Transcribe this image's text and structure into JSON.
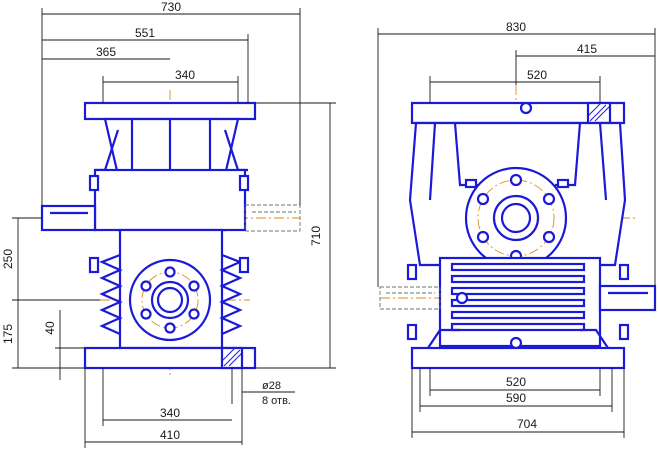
{
  "dimensions": {
    "left_view": {
      "overall_width": "730",
      "flange_width": "551",
      "half_width": "365",
      "inner_width": "340",
      "height_total": "710",
      "axis_height": "250",
      "base_to_axis": "175",
      "base_thickness": "40",
      "bolt_spacing": "340",
      "base_width": "410",
      "hole_diameter": "ø28",
      "hole_count": "8 отв."
    },
    "right_view": {
      "overall_width": "830",
      "half_width": "415",
      "flange_width": "520",
      "base_inner": "520",
      "base_mid": "590",
      "base_overall": "704"
    }
  },
  "colors": {
    "outline": "#1a1ad8",
    "axis": "#e08a1e",
    "dimension": "#1a1a1a",
    "phantom": "#707070"
  }
}
